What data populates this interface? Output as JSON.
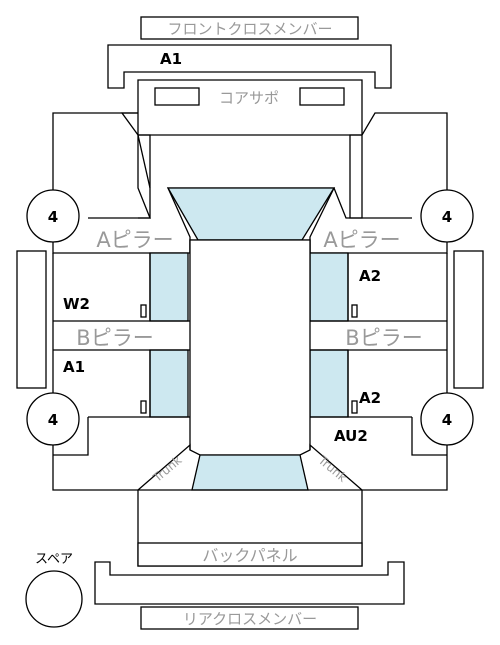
{
  "labels": {
    "front_cross_member": "フロントクロスメンバー",
    "core_support": "コアサポ",
    "a_pillar_left": "Aピラー",
    "a_pillar_right": "Aピラー",
    "b_pillar_left": "Bピラー",
    "b_pillar_right": "Bピラー",
    "trunk_left": "Trunk",
    "trunk_right": "Trunk",
    "back_panel": "バックパネル",
    "rear_cross_member": "リアクロスメンバー",
    "spare": "スペア"
  },
  "damage_codes": {
    "front_cross_member": "A1",
    "front_door_left": "W2",
    "rear_door_left": "A1",
    "front_door_right": "A2",
    "rear_door_right": "A2",
    "rear_quarter_right": "AU2"
  },
  "tyres": {
    "front_left": "4",
    "front_right": "4",
    "rear_left": "4",
    "rear_right": "4",
    "spare": ""
  },
  "colors": {
    "line": "#000000",
    "glass": "#cde8f0",
    "label_gray": "#999999"
  }
}
